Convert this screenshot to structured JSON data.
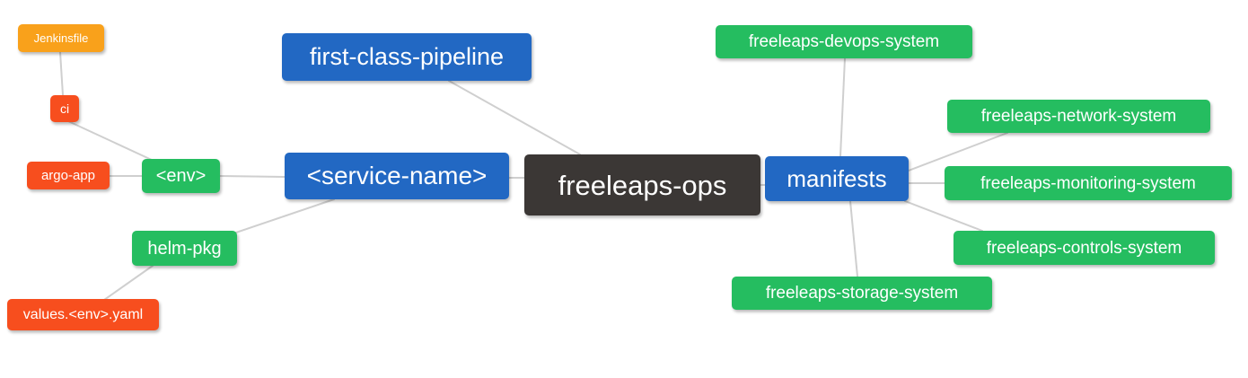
{
  "palette": {
    "amber": "#f9a11b",
    "red_orange": "#f74e1e",
    "green": "#25bd60",
    "blue": "#2268c3",
    "dark": "#3b3735",
    "edge_line": "#cfcfcf",
    "background": "#ffffff",
    "node_text": "#ffffff"
  },
  "nodes": {
    "jenkinsfile": {
      "label": "Jenkinsfile",
      "color": "amber"
    },
    "ci": {
      "label": "ci",
      "color": "red_orange"
    },
    "argo_app": {
      "label": "argo-app",
      "color": "red_orange"
    },
    "env": {
      "label": "<env>",
      "color": "green"
    },
    "helm_pkg": {
      "label": "helm-pkg",
      "color": "green"
    },
    "values_env_yaml": {
      "label": "values.<env>.yaml",
      "color": "red_orange"
    },
    "service_name": {
      "label": "<service-name>",
      "color": "blue"
    },
    "first_class_pipeline": {
      "label": "first-class-pipeline",
      "color": "blue"
    },
    "freeleaps_ops": {
      "label": "freeleaps-ops",
      "color": "dark"
    },
    "manifests": {
      "label": "manifests",
      "color": "blue"
    },
    "devops_system": {
      "label": "freeleaps-devops-system",
      "color": "green"
    },
    "network_system": {
      "label": "freeleaps-network-system",
      "color": "green"
    },
    "monitoring_system": {
      "label": "freeleaps-monitoring-system",
      "color": "green"
    },
    "controls_system": {
      "label": "freeleaps-controls-system",
      "color": "green"
    },
    "storage_system": {
      "label": "freeleaps-storage-system",
      "color": "green"
    }
  },
  "edges": [
    {
      "from": "jenkinsfile",
      "to": "ci"
    },
    {
      "from": "ci",
      "to": "env"
    },
    {
      "from": "argo_app",
      "to": "env"
    },
    {
      "from": "env",
      "to": "service_name"
    },
    {
      "from": "service_name",
      "to": "helm_pkg"
    },
    {
      "from": "helm_pkg",
      "to": "values_env_yaml"
    },
    {
      "from": "service_name",
      "to": "freeleaps_ops"
    },
    {
      "from": "first_class_pipeline",
      "to": "freeleaps_ops"
    },
    {
      "from": "freeleaps_ops",
      "to": "manifests"
    },
    {
      "from": "manifests",
      "to": "devops_system"
    },
    {
      "from": "manifests",
      "to": "network_system"
    },
    {
      "from": "manifests",
      "to": "monitoring_system"
    },
    {
      "from": "manifests",
      "to": "controls_system"
    },
    {
      "from": "manifests",
      "to": "storage_system"
    }
  ]
}
